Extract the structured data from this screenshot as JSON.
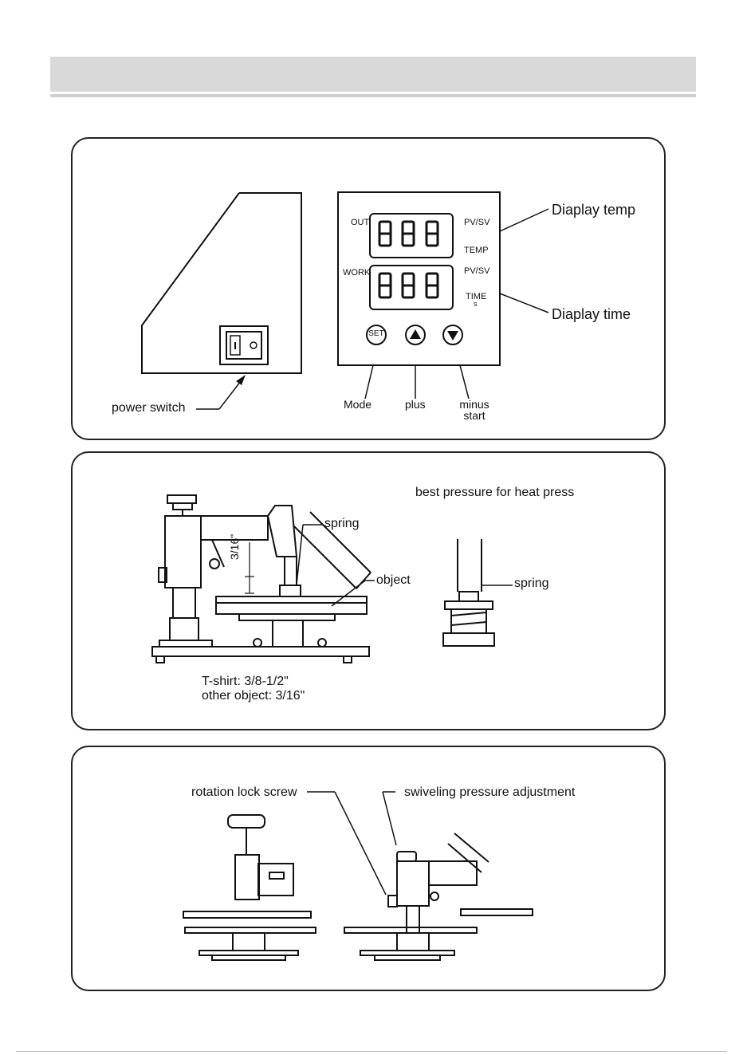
{
  "panel1": {
    "display_temp": "Diaplay temp",
    "display_time": "Diaplay time",
    "power_switch": "power switch",
    "out": "OUT",
    "work": "WORK",
    "pv_sv_1": "PV/SV",
    "temp": "TEMP",
    "pv_sv_2": "PV/SV",
    "time": "TIME",
    "time_unit": "s",
    "set_btn": "SET",
    "mode": "Mode",
    "plus": "plus",
    "minus": "minus",
    "start": "start"
  },
  "panel2": {
    "spring": "spring",
    "object": "object",
    "gap": "3/16\"",
    "best_pressure": "best pressure for heat press",
    "spring2": "spring",
    "tshirt": "T-shirt: 3/8-1/2\"",
    "other": "other object: 3/16\""
  },
  "panel3": {
    "rotation_lock": "rotation lock screw",
    "swiveling": "swiveling pressure adjustment"
  }
}
